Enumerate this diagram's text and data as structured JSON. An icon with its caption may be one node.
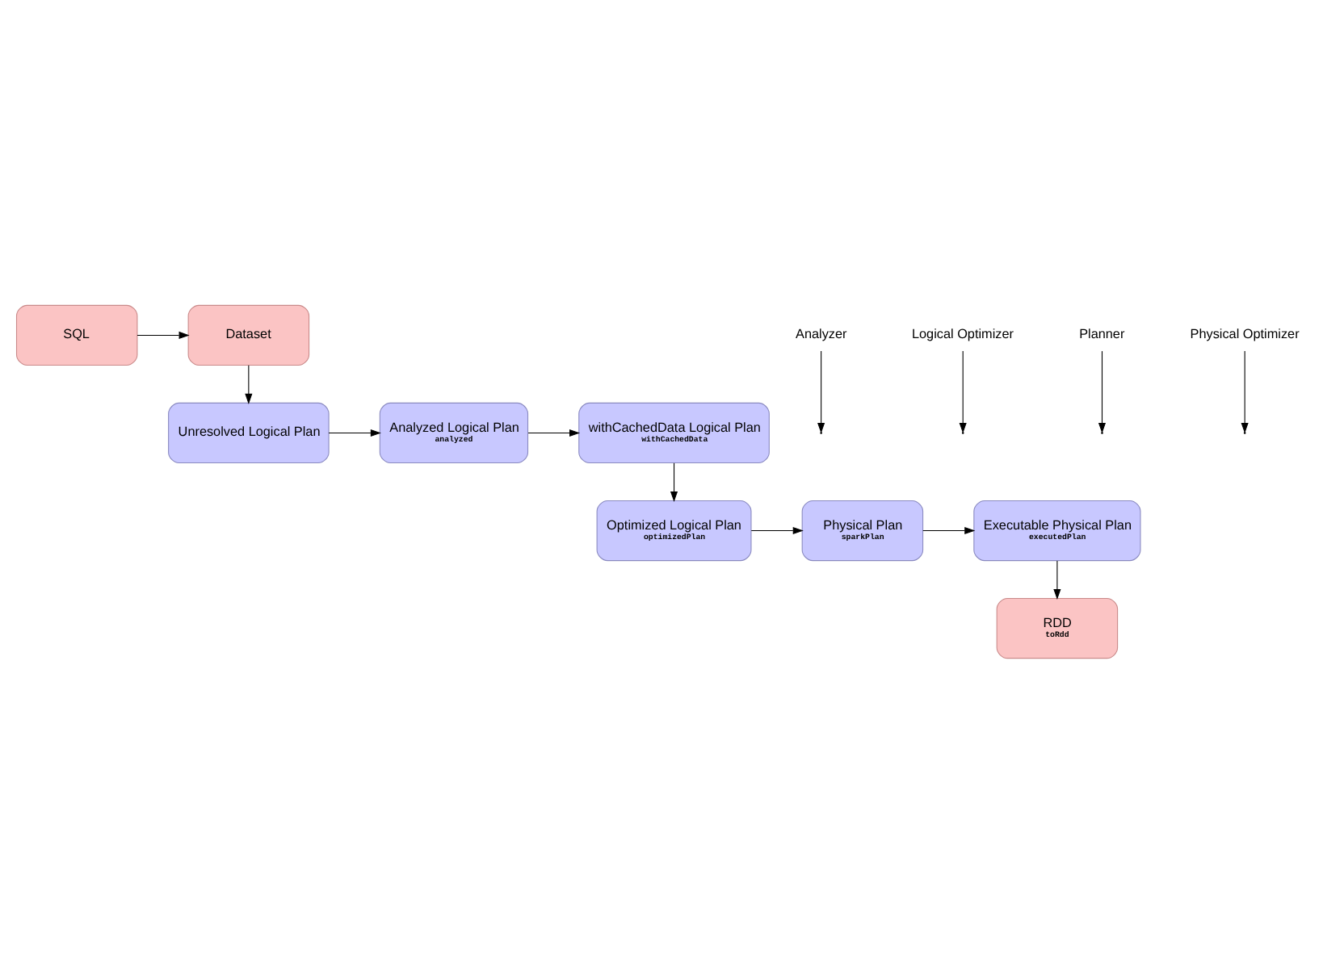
{
  "diagram": {
    "nodes": [
      {
        "text": [
          "Dataset"
        ]
      },
      {
        "text": [
          "SQL"
        ]
      },
      {
        "text": [
          "Unresolved Logical Plan"
        ]
      },
      {
        "text": [
          "Analyzed Logical Plan",
          "analyzed"
        ]
      },
      {
        "text": [
          "withCachedData Logical Plan",
          "withCachedData"
        ]
      },
      {
        "text": [
          "Optimized Logical Plan",
          "optimizedPlan"
        ]
      },
      {
        "text": [
          "Physical Plan",
          "sparkPlan"
        ]
      },
      {
        "text": [
          "Executable Physical Plan",
          "executedPlan"
        ]
      },
      {
        "text": [
          "RDD",
          "toRdd"
        ]
      },
      {
        "text": [
          "Analyzer"
        ]
      },
      {
        "text": [
          "Logical Optimizer"
        ]
      },
      {
        "text": [
          "Planner"
        ]
      },
      {
        "text": [
          "Physical Optimizer"
        ]
      }
    ],
    "edges": [
      {
        "from": 1,
        "to": 0,
        "arrow": "to"
      },
      {
        "from": 0,
        "to": 2,
        "arrow": "to"
      },
      {
        "from": 2,
        "to": 3,
        "arrow": "to"
      },
      {
        "from": 3,
        "to": 4,
        "arrow": "to"
      },
      {
        "from": 4,
        "to": 5,
        "arrow": "to"
      },
      {
        "from": 5,
        "to": 6,
        "arrow": "to"
      },
      {
        "from": 6,
        "to": 7,
        "arrow": "to"
      },
      {
        "from": 7,
        "to": 8,
        "arrow": "to"
      },
      {
        "from": 9,
        "to": null,
        "arrow": "to"
      },
      {
        "from": 10,
        "to": null,
        "arrow": "to"
      },
      {
        "from": 11,
        "to": null,
        "arrow": "to"
      },
      {
        "from": 12,
        "to": null,
        "arrow": "to"
      }
    ]
  }
}
